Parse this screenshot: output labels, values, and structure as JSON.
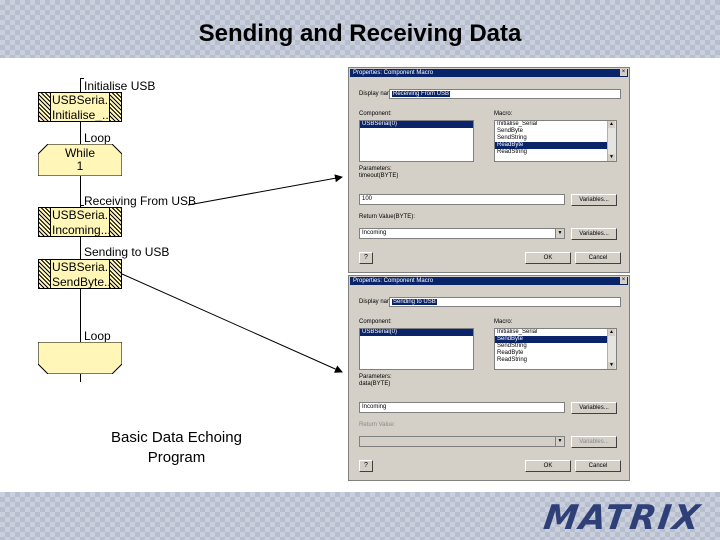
{
  "slide": {
    "title": "Sending and Receiving Data",
    "caption": "Basic Data Echoing\nProgram"
  },
  "flowchart": {
    "label_initialise_usb": "Initialise USB",
    "macro1": {
      "line1": "USBSeria...",
      "line2": "Initialise_..."
    },
    "label_loop_top": "Loop",
    "while_box": {
      "line1": "While",
      "line2": "1"
    },
    "label_receiving": "Receiving From USB",
    "macro2": {
      "line1": "USBSeria...",
      "line2": "Incoming..."
    },
    "label_sending": "Sending to USB",
    "macro3": {
      "line1": "USBSeria...",
      "line2": "SendByte..."
    },
    "label_loop_bottom": "Loop"
  },
  "dialogs": [
    {
      "title": "Properties: Component Macro",
      "display_name_label": "Display name:",
      "display_name_value": "Receiving From USB",
      "component_label": "Component:",
      "components": [
        "USBSerial(0)"
      ],
      "macro_label": "Macro:",
      "macros": [
        "Initialise_Serial",
        "SendByte",
        "SendString",
        "ReadByte",
        "ReadString"
      ],
      "selected_macro": "ReadByte",
      "parameters_label_line1": "Parameters:",
      "parameters_label_line2": "timeout(BYTE)",
      "parameters_value": "100",
      "variables_label": "Variables...",
      "return_label": "Return Value(BYTE):",
      "return_value": "Incoming",
      "help_label": "?",
      "ok_label": "OK",
      "cancel_label": "Cancel"
    },
    {
      "title": "Properties: Component Macro",
      "display_name_label": "Display name:",
      "display_name_value": "Sending to USB",
      "component_label": "Component:",
      "components": [
        "USBSerial(0)"
      ],
      "macro_label": "Macro:",
      "macros": [
        "Initialise_Serial",
        "SendByte",
        "SendString",
        "ReadByte",
        "ReadString"
      ],
      "selected_macro": "SendByte",
      "parameters_label_line1": "Parameters:",
      "parameters_label_line2": "data(BYTE)",
      "parameters_value": "Incoming",
      "variables_label": "Variables...",
      "return_label": "Return Value:",
      "return_value": "",
      "help_label": "?",
      "ok_label": "OK",
      "cancel_label": "Cancel"
    }
  ],
  "logo": {
    "text": "MATRIX"
  },
  "colors": {
    "macro_fill": "#fff6b8",
    "selection": "#0a246a",
    "dialog_face": "#d4d0c8",
    "logo": "#2f3f77"
  }
}
